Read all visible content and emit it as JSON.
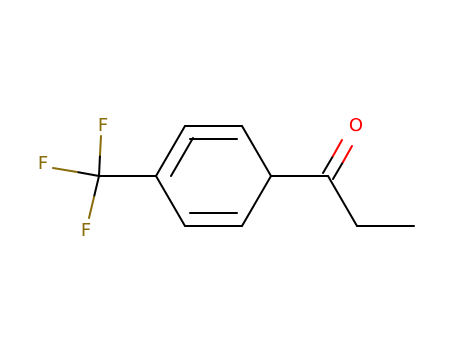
{
  "molecule": {
    "atoms": {
      "f_top": {
        "symbol": "F",
        "color": "#8a6d0b"
      },
      "f_left": {
        "symbol": "F",
        "color": "#8a6d0b"
      },
      "f_bottom": {
        "symbol": "F",
        "color": "#8a6d0b"
      },
      "oxygen": {
        "symbol": "O",
        "color": "#ff0000"
      }
    },
    "colors": {
      "bond": "#000000",
      "fluorine_bond": "#8a6d0b",
      "oxygen_bond": "#ff0000",
      "background": "#ffffff"
    }
  }
}
